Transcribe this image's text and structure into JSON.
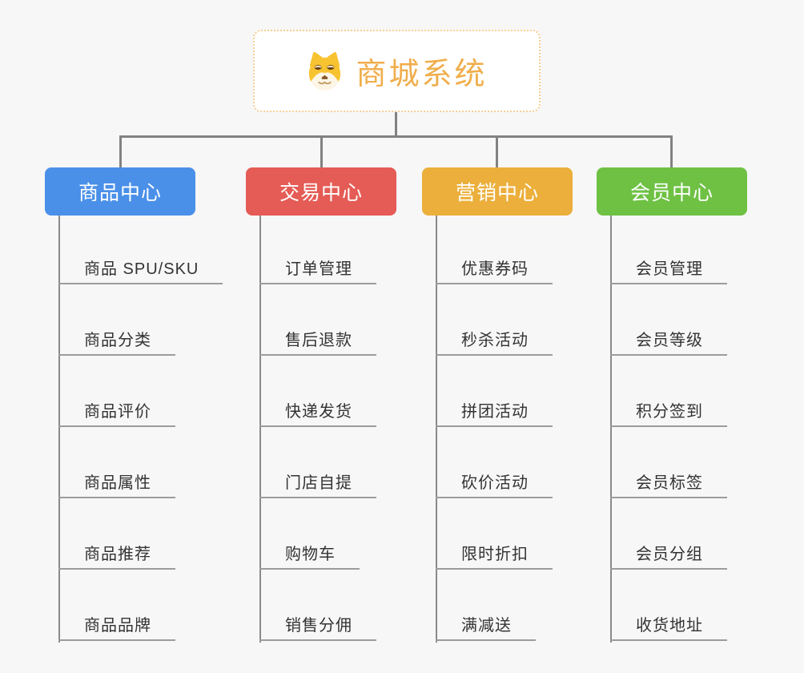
{
  "canvas": {
    "background": "#F7F7F7",
    "connector_color": "#828282"
  },
  "root": {
    "title": "商城系统",
    "icon": "dog-face-icon",
    "text_color": "#F0AE4C",
    "border_color": "#F7CE93"
  },
  "branches": [
    {
      "label": "商品中心",
      "color": "#4A90E9",
      "children": [
        "商品 SPU/SKU",
        "商品分类",
        "商品评价",
        "商品属性",
        "商品推荐",
        "商品品牌"
      ]
    },
    {
      "label": "交易中心",
      "color": "#E55B55",
      "children": [
        "订单管理",
        "售后退款",
        "快递发货",
        "门店自提",
        "购物车",
        "销售分佣"
      ]
    },
    {
      "label": "营销中心",
      "color": "#ECAF3C",
      "children": [
        "优惠券码",
        "秒杀活动",
        "拼团活动",
        "砍价活动",
        "限时折扣",
        "满减送"
      ]
    },
    {
      "label": "会员中心",
      "color": "#6EC143",
      "children": [
        "会员管理",
        "会员等级",
        "积分签到",
        "会员标签",
        "会员分组",
        "收货地址"
      ]
    }
  ]
}
